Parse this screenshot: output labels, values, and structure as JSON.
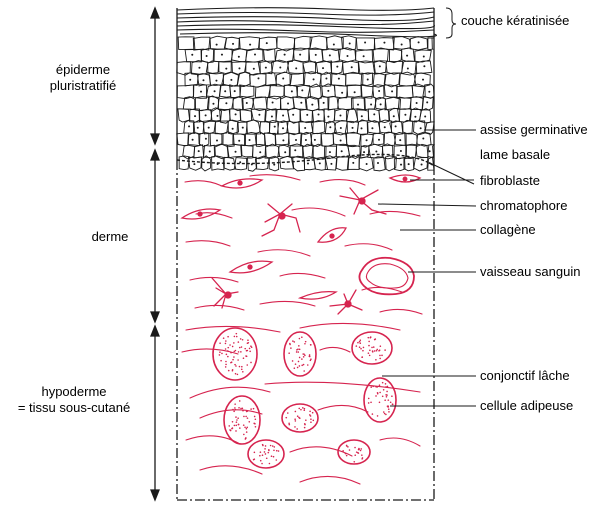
{
  "layers": {
    "epidermis": {
      "label_line1": "épiderme",
      "label_line2": "pluristratifié"
    },
    "dermis": {
      "label": "derme"
    },
    "hypodermis": {
      "label_line1": "hypoderme",
      "label_line2": "= tissu sous-cutané"
    }
  },
  "annotations": {
    "keratin_layer": "couche kératinisée",
    "germinative_layer": "assise germinative",
    "basal_lamina": "lame basale",
    "fibroblast": "fibroblaste",
    "chromatophore": "chromatophore",
    "collagen": "collagène",
    "blood_vessel": "vaisseau sanguin",
    "loose_connective": "conjonctif lâche",
    "fat_cell": "cellule adipeuse"
  },
  "colors": {
    "ink": "#1a1a1a",
    "tissue_red": "#d6244f"
  }
}
